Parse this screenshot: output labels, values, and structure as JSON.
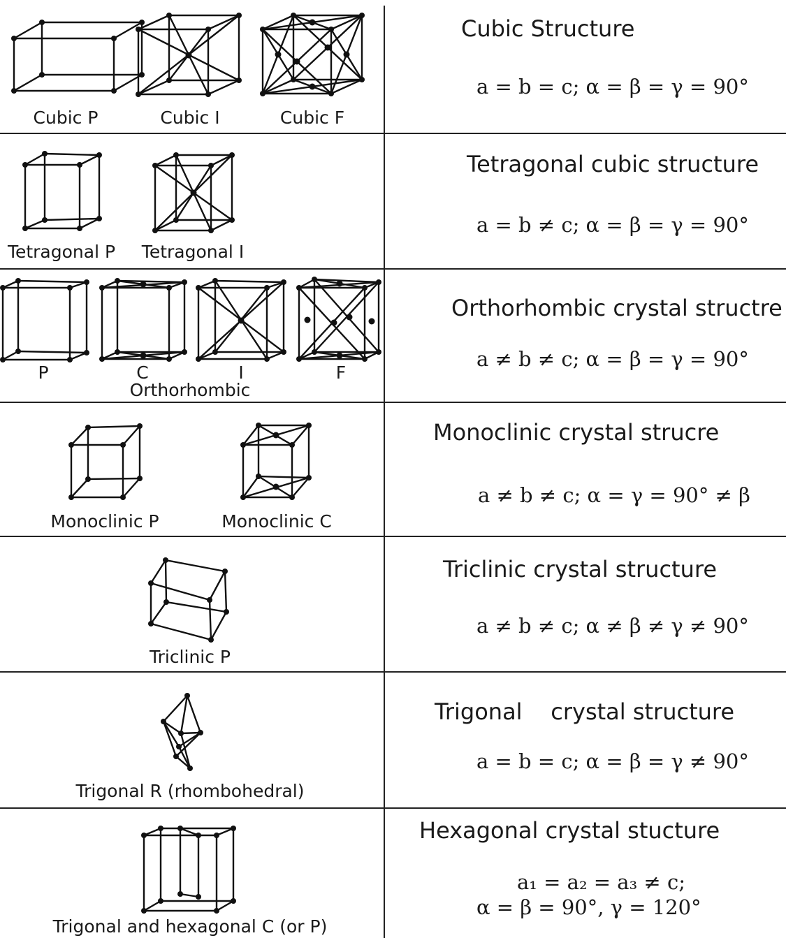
{
  "rows": [
    {
      "captions": [
        "Cubic P",
        "Cubic I",
        "Cubic F"
      ],
      "title": "Cubic Structure",
      "equation": "a = b = c; α = β = γ = 90°"
    },
    {
      "captions": [
        "Tetragonal P",
        "Tetragonal I"
      ],
      "title": "Tetragonal cubic structure",
      "equation": "a = b ≠ c; α = β = γ = 90°"
    },
    {
      "captions": [
        "P",
        "C",
        "I",
        "F"
      ],
      "group_caption": "Orthorhombic",
      "title": "Orthorhombic crystal structre",
      "equation": "a ≠ b ≠ c; α = β = γ = 90°"
    },
    {
      "captions": [
        "Monoclinic P",
        "Monoclinic C"
      ],
      "title": "Monoclinic crystal strucre",
      "equation": "a ≠ b ≠ c; α = γ = 90° ≠ β"
    },
    {
      "captions": [
        "Triclinic P"
      ],
      "title": "Triclinic crystal structure",
      "equation": "a ≠ b ≠ c; α ≠ β ≠ γ ≠ 90°"
    },
    {
      "captions": [
        "Trigonal R (rhombohedral)"
      ],
      "title": "Trigonal    crystal structure",
      "equation": "a = b = c; α = β = γ ≠ 90°"
    },
    {
      "captions": [
        "Trigonal and hexagonal C (or P)"
      ],
      "title": "Hexagonal crystal stucture",
      "equation_line1": "a₁ = a₂ = a₃ ≠ c;",
      "equation_line2": "α = β = 90°, γ = 120°"
    }
  ]
}
